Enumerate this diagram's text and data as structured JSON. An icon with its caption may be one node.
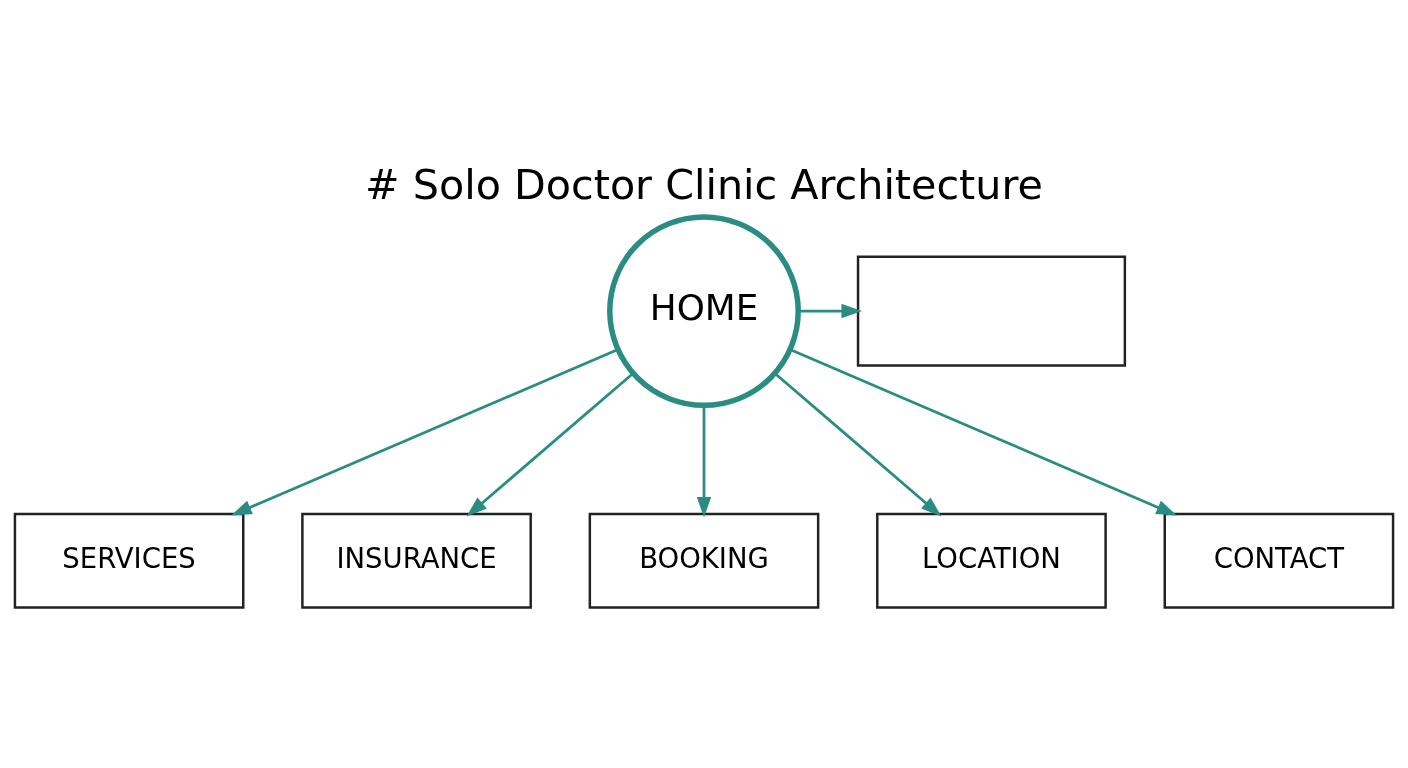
{
  "diagram": {
    "title": "# Solo Doctor Clinic Architecture",
    "nodes": [
      {
        "text": [
          "SERVICES"
        ]
      },
      {
        "text": [
          "HOME"
        ]
      },
      {
        "text": [],
        "shape": "box"
      },
      {
        "text": [
          "INSURANCE"
        ]
      },
      {
        "text": [
          "BOOKING"
        ]
      },
      {
        "text": [
          "LOCATION"
        ]
      },
      {
        "text": [
          "CONTACT"
        ]
      }
    ],
    "edges": [
      {
        "from": 1,
        "to": 0,
        "arrow": "to"
      },
      {
        "from": 1,
        "to": 2,
        "arrow": "to"
      },
      {
        "from": 1,
        "to": 3,
        "arrow": "to"
      },
      {
        "from": 1,
        "to": 4,
        "arrow": "to"
      },
      {
        "from": 1,
        "to": 5,
        "arrow": "to"
      },
      {
        "from": 1,
        "to": 6,
        "arrow": "to"
      }
    ]
  }
}
